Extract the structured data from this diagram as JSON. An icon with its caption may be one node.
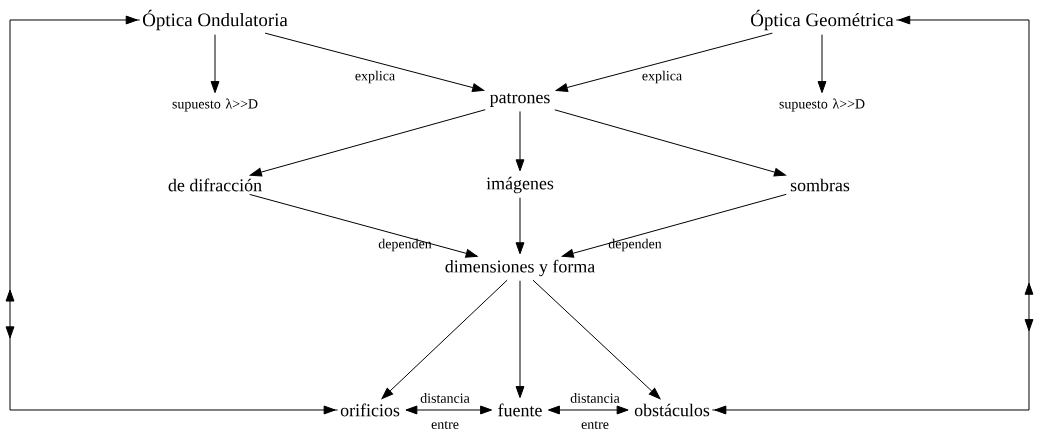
{
  "diagram": {
    "nodes": [
      {
        "text": [
          "Óptica Ondulatoria"
        ]
      },
      {
        "text": [
          "Óptica Geométrica"
        ]
      },
      {
        "text": [
          "supuesto λ>>D"
        ]
      },
      {
        "text": [
          "patrones"
        ]
      },
      {
        "text": [
          "supuesto λ>>D"
        ]
      },
      {
        "text": [
          "de difracción"
        ]
      },
      {
        "text": [
          "imágenes"
        ]
      },
      {
        "text": [
          "sombras"
        ]
      },
      {
        "text": [
          "dimensiones y forma"
        ]
      },
      {
        "text": [
          "orificios"
        ]
      },
      {
        "text": [
          "fuente"
        ]
      },
      {
        "text": [
          "obstáculos"
        ]
      }
    ],
    "edges": [
      {
        "from": 0,
        "to": 2,
        "arrow": "to"
      },
      {
        "from": 0,
        "to": 3,
        "arrow": "to",
        "label": "explica"
      },
      {
        "from": 1,
        "to": 3,
        "arrow": "to",
        "label": "explica"
      },
      {
        "from": 1,
        "to": 4,
        "arrow": "to"
      },
      {
        "from": 3,
        "to": 5,
        "arrow": "to"
      },
      {
        "from": 3,
        "to": 6,
        "arrow": "to"
      },
      {
        "from": 3,
        "to": 7,
        "arrow": "to"
      },
      {
        "from": 5,
        "to": 8,
        "arrow": "to",
        "label": "dependen"
      },
      {
        "from": 6,
        "to": 8,
        "arrow": "to"
      },
      {
        "from": 7,
        "to": 8,
        "arrow": "to",
        "label": "dependen"
      },
      {
        "from": 8,
        "to": 9,
        "arrow": "to"
      },
      {
        "from": 8,
        "to": 10,
        "arrow": "to"
      },
      {
        "from": 8,
        "to": 11,
        "arrow": "to"
      },
      {
        "from": 9,
        "to": 10,
        "arrow": "both",
        "label": "distancia"
      },
      {
        "from": 10,
        "to": 11,
        "arrow": "both",
        "label": "distancia"
      },
      {
        "from": 0,
        "to": 9,
        "arrow": "both"
      },
      {
        "from": 1,
        "to": 11,
        "arrow": "both"
      }
    ],
    "labels": [
      "entre",
      "entre"
    ]
  }
}
